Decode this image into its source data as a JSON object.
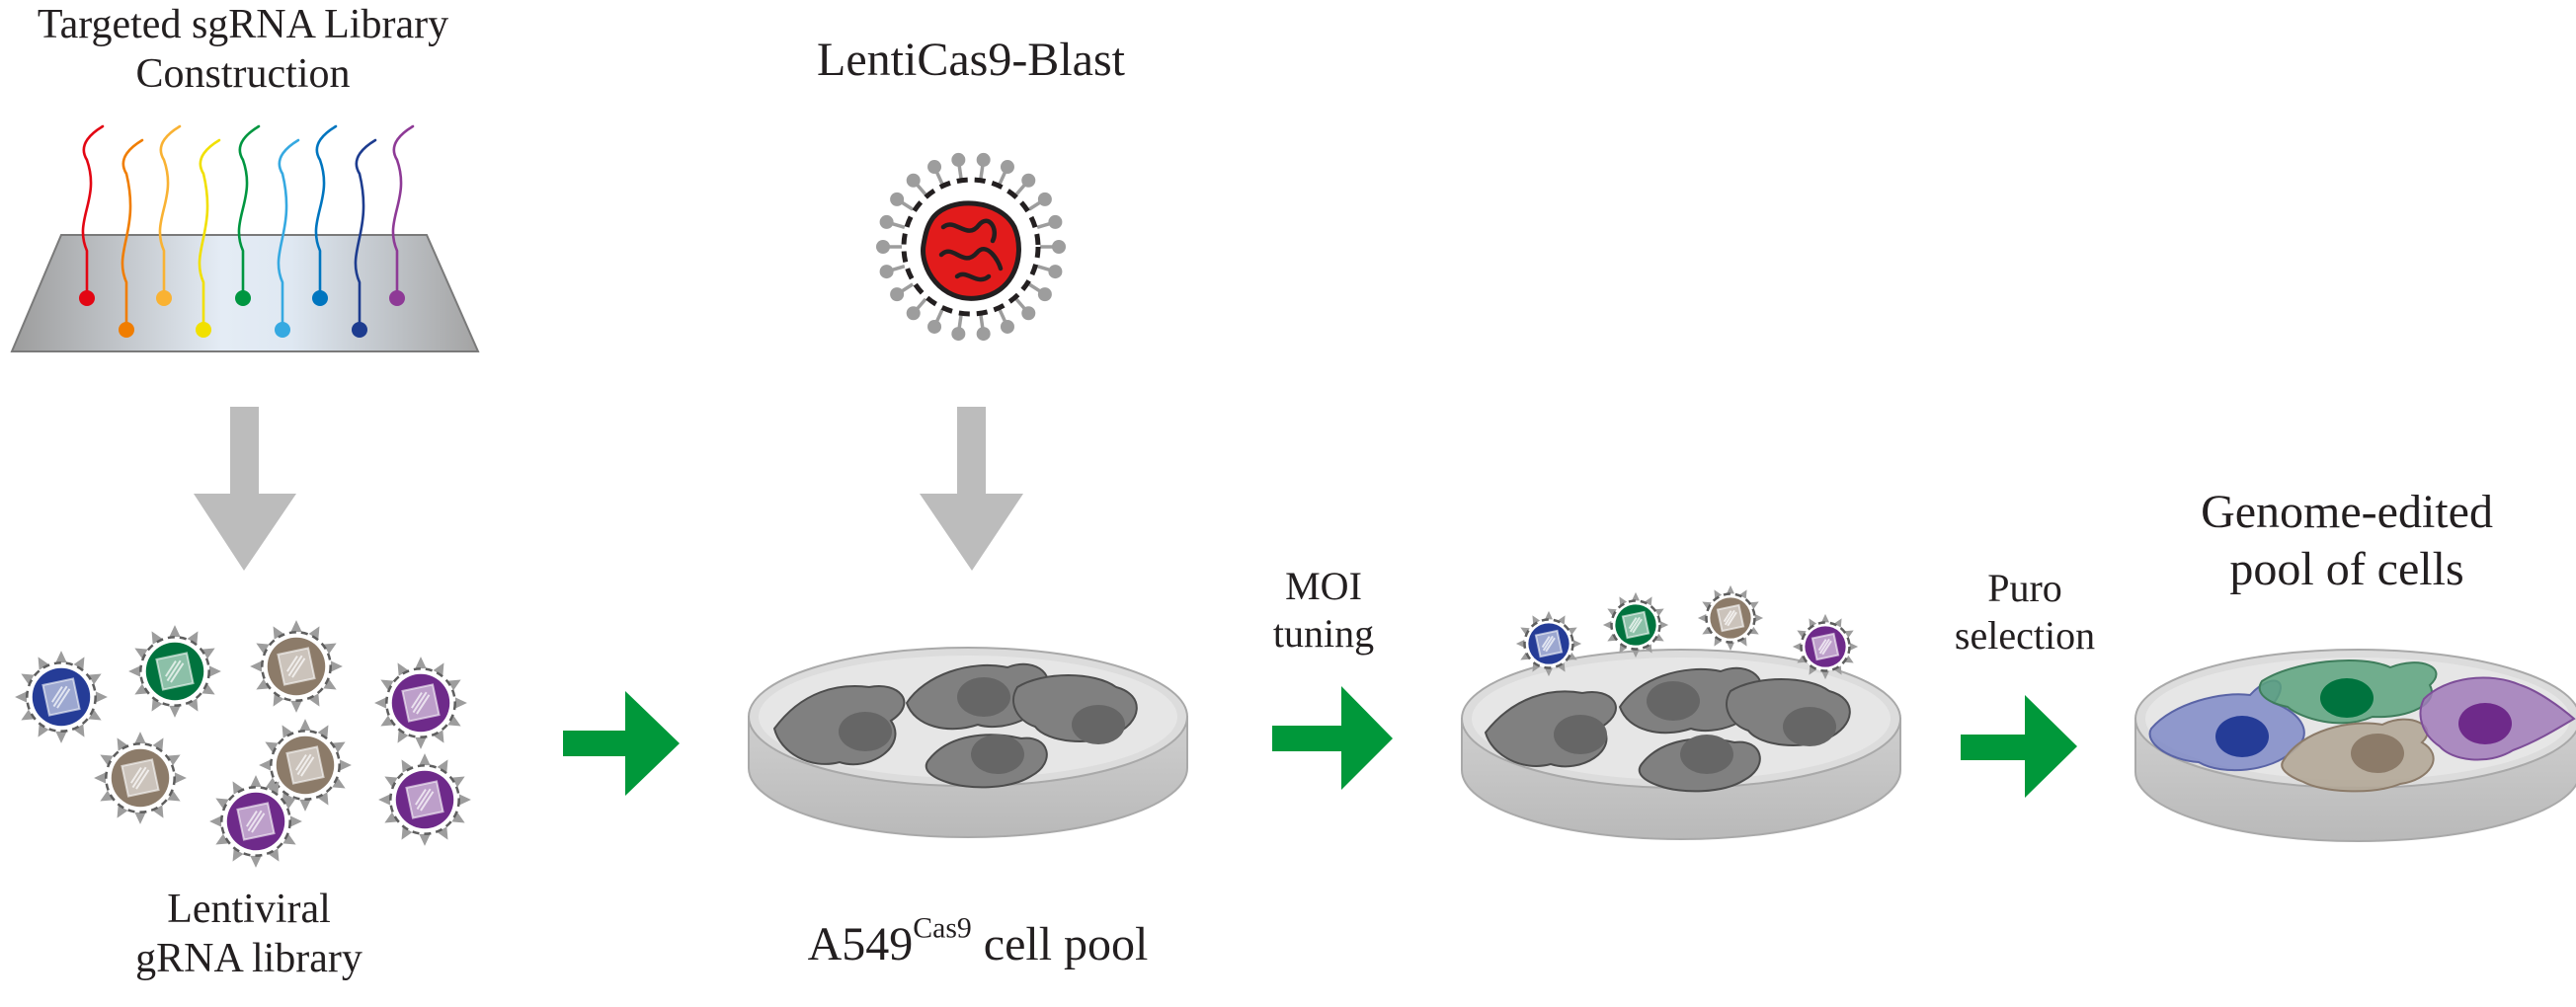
{
  "library_construction": {
    "line1": "Targeted sgRNA Library",
    "line2": "Construction"
  },
  "cas9_virus": {
    "label": "LentiCas9-Blast"
  },
  "lentiviral_library": {
    "line1": "Lentiviral",
    "line2": "gRNA library"
  },
  "cell_pool": {
    "prefix": "A549",
    "superscript": "Cas9",
    "suffix": " cell pool"
  },
  "moi_step": {
    "line1": "MOI",
    "line2": "tuning"
  },
  "puro_step": {
    "line1": "Puro",
    "line2": "selection"
  },
  "edited_pool": {
    "line1": "Genome-edited",
    "line2": "pool of cells"
  },
  "colors": {
    "process_arrow": "#00983a",
    "input_arrow": "#bcbcbc",
    "dish": "#d7d7d7",
    "virus_spike": "#9d9d9d",
    "cas9_core": "#e21b1b",
    "oligo_colors": [
      "#e30613",
      "#f07d00",
      "#f9b233",
      "#f1e000",
      "#009640",
      "#36a9e1",
      "#0075bf",
      "#1d3c8f",
      "#8e3a96"
    ],
    "gene_colors": {
      "blue": "#253c97",
      "green": "#00733e",
      "brown": "#8c7b69",
      "purple": "#6e2a8a"
    }
  },
  "icons": [
    "sgRNA-chip-icon",
    "lentivirus-icon",
    "cas9-virus-icon",
    "culture-dish-icon",
    "process-arrow-icon",
    "input-arrow-icon"
  ]
}
